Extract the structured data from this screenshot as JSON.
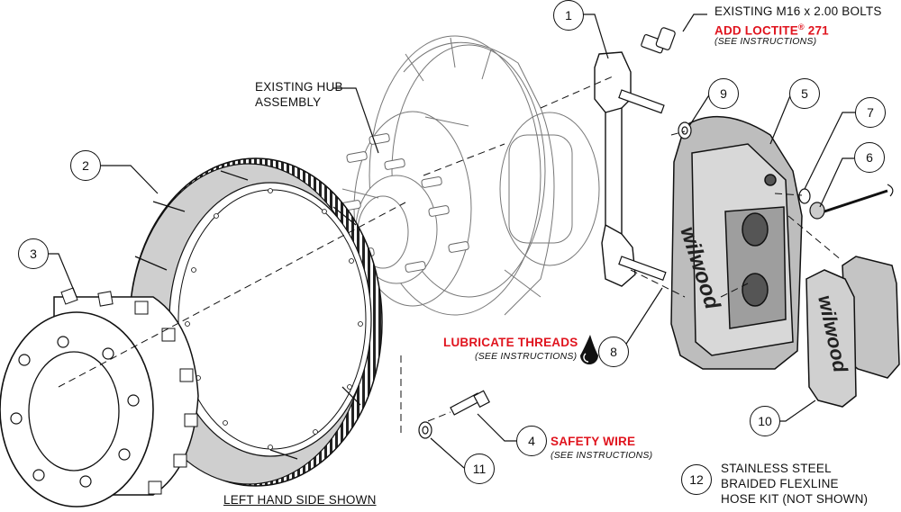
{
  "callouts": {
    "c1": "1",
    "c2": "2",
    "c3": "3",
    "c4": "4",
    "c5": "5",
    "c6": "6",
    "c7": "7",
    "c8": "8",
    "c9": "9",
    "c10": "10",
    "c11": "11",
    "c12": "12"
  },
  "labels": {
    "bolts_line1": "EXISTING M16 x 2.00 BOLTS",
    "bolts_line2": "ADD LOCTITE",
    "bolts_reg": "®",
    "bolts_num": " 271",
    "bolts_note": "(SEE INSTRUCTIONS)",
    "hub_line1": "EXISTING HUB",
    "hub_line2": "ASSEMBLY",
    "lube_line1": "LUBRICATE THREADS",
    "lube_note": "(SEE INSTRUCTIONS)",
    "wire_line1": "SAFETY WIRE",
    "wire_note": "(SEE INSTRUCTIONS)",
    "hose_line1": "STAINLESS STEEL",
    "hose_line2": "BRAIDED FLEXLINE",
    "hose_line3": "HOSE KIT (NOT SHOWN)",
    "side_shown": "LEFT HAND SIDE SHOWN"
  },
  "caliper_brand": "wilwood",
  "colors": {
    "accent_red": "#e0141e",
    "line": "#111111",
    "shade": "#d9d9d9"
  },
  "icons": {
    "lube": "oil-drop-icon"
  }
}
